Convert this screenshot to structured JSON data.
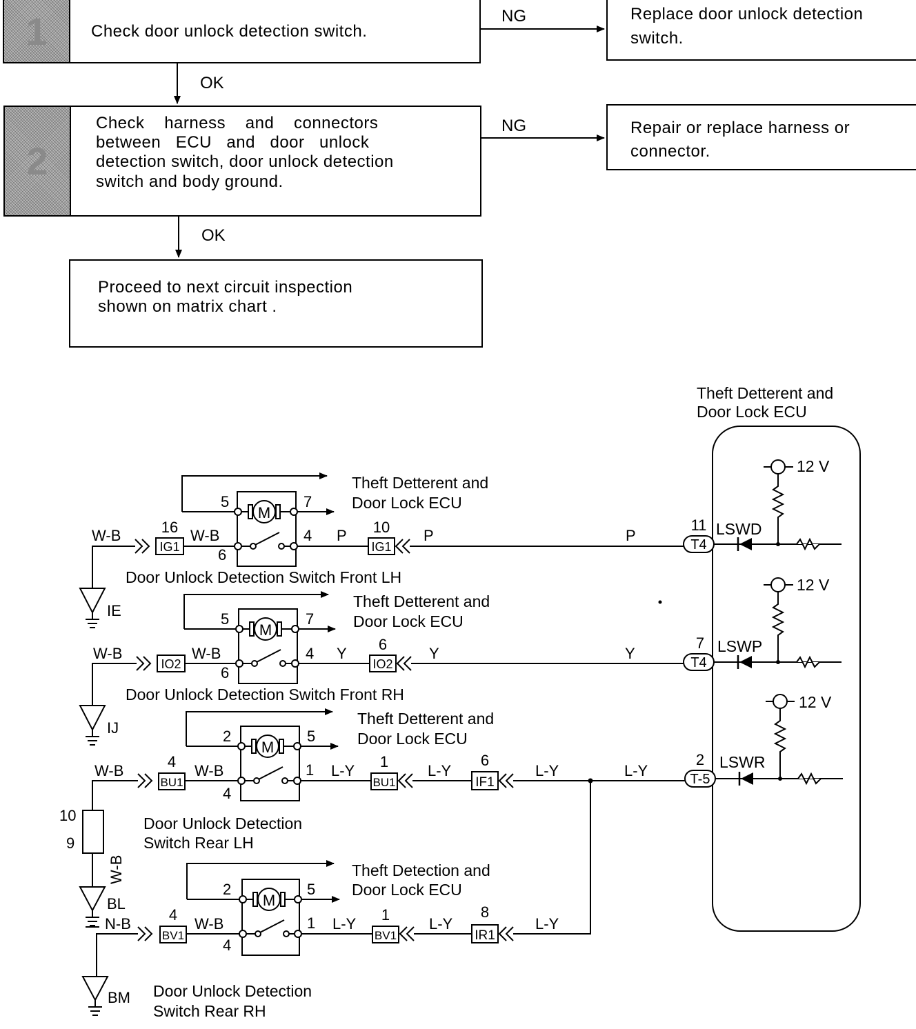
{
  "flowchart": {
    "step1": {
      "number": "1",
      "text": "Check door unlock detection switch."
    },
    "step2": {
      "number": "2",
      "text_lines": [
        "Check    harness    and    connectors",
        "between   ECU   and   door   unlock",
        "detection switch, door unlock detection",
        "switch and body ground."
      ]
    },
    "step3": {
      "text_lines": [
        "Proceed to next circuit inspection",
        "shown on matrix chart ."
      ]
    },
    "ng1": {
      "label": "NG",
      "result_lines": [
        "Replace door unlock detection",
        "switch."
      ]
    },
    "ng2": {
      "label": "NG",
      "result_lines": [
        "Repair or replace harness or",
        "connector."
      ]
    },
    "ok1": "OK",
    "ok2": "OK"
  },
  "ecu": {
    "title_lines": [
      "Theft Detterent and",
      "Door Lock ECU"
    ],
    "voltage": "12 V",
    "terminals": [
      {
        "pin": "11",
        "connector": "T4",
        "signal": "LSWD"
      },
      {
        "pin": "7",
        "connector": "T4",
        "signal": "LSWP"
      },
      {
        "pin": "2",
        "connector": "T-5",
        "signal": "LSWR"
      }
    ]
  },
  "switches": [
    {
      "name": "Door Unlock Detection Switch Front LH",
      "dest_lines": [
        "Theft Detterent and",
        "Door Lock ECU"
      ],
      "pins": [
        "5",
        "7",
        "6",
        "4"
      ],
      "gnd_wire": "W-B",
      "gnd_conn_pin": "16",
      "gnd_conn": "IG1",
      "sw_wire": "W-B",
      "out_wire": "P",
      "out_conn_pin": "10",
      "out_conn": "IG1",
      "out_wire2": "P",
      "ecu_wire": "P",
      "ground": "IE"
    },
    {
      "name": "Door Unlock Detection Switch Front RH",
      "dest_lines": [
        "Theft Detterent and",
        "Door Lock ECU"
      ],
      "pins": [
        "5",
        "7",
        "6",
        "4"
      ],
      "gnd_wire": "W-B",
      "gnd_conn": "IO2",
      "sw_wire": "W-B",
      "out_wire": "Y",
      "out_conn_pin": "6",
      "out_conn": "IO2",
      "out_wire2": "Y",
      "ecu_wire": "Y",
      "ground": "IJ"
    },
    {
      "name_lines": [
        "Door Unlock Detection",
        "Switch Rear LH"
      ],
      "dest_lines": [
        "Theft Detterent and",
        "Door Lock ECU"
      ],
      "pins": [
        "2",
        "5",
        "4",
        "1"
      ],
      "gnd_wire": "W-B",
      "gnd_conn_pin": "4",
      "gnd_conn": "BU1",
      "sw_wire": "W-B",
      "out_wire": "L-Y",
      "out_conn_pin": "1",
      "out_conn": "BU1",
      "out_wire2": "L-Y",
      "mid_conn_pin": "6",
      "mid_conn": "IF1",
      "out_wire3": "L-Y",
      "ecu_wire": "L-Y"
    },
    {
      "name_lines": [
        "Door Unlock Detection",
        "Switch Rear RH"
      ],
      "dest_lines": [
        "Theft Detection and",
        "Door Lock ECU"
      ],
      "pins": [
        "2",
        "5",
        "4",
        "1"
      ],
      "gnd_wire": "N-B",
      "gnd_conn_pin": "4",
      "gnd_conn": "BV1",
      "sw_wire": "W-B",
      "out_wire": "L-Y",
      "out_conn_pin": "1",
      "out_conn": "BV1",
      "out_wire2": "L-Y",
      "mid_conn_pin": "8",
      "mid_conn": "IR1",
      "out_wire3": "L-Y",
      "ground": "BM"
    }
  ],
  "rear_ground": {
    "pin_top": "10",
    "pin_bottom": "9",
    "wire": "W-B",
    "ground": "BL"
  },
  "motor_label": "M"
}
